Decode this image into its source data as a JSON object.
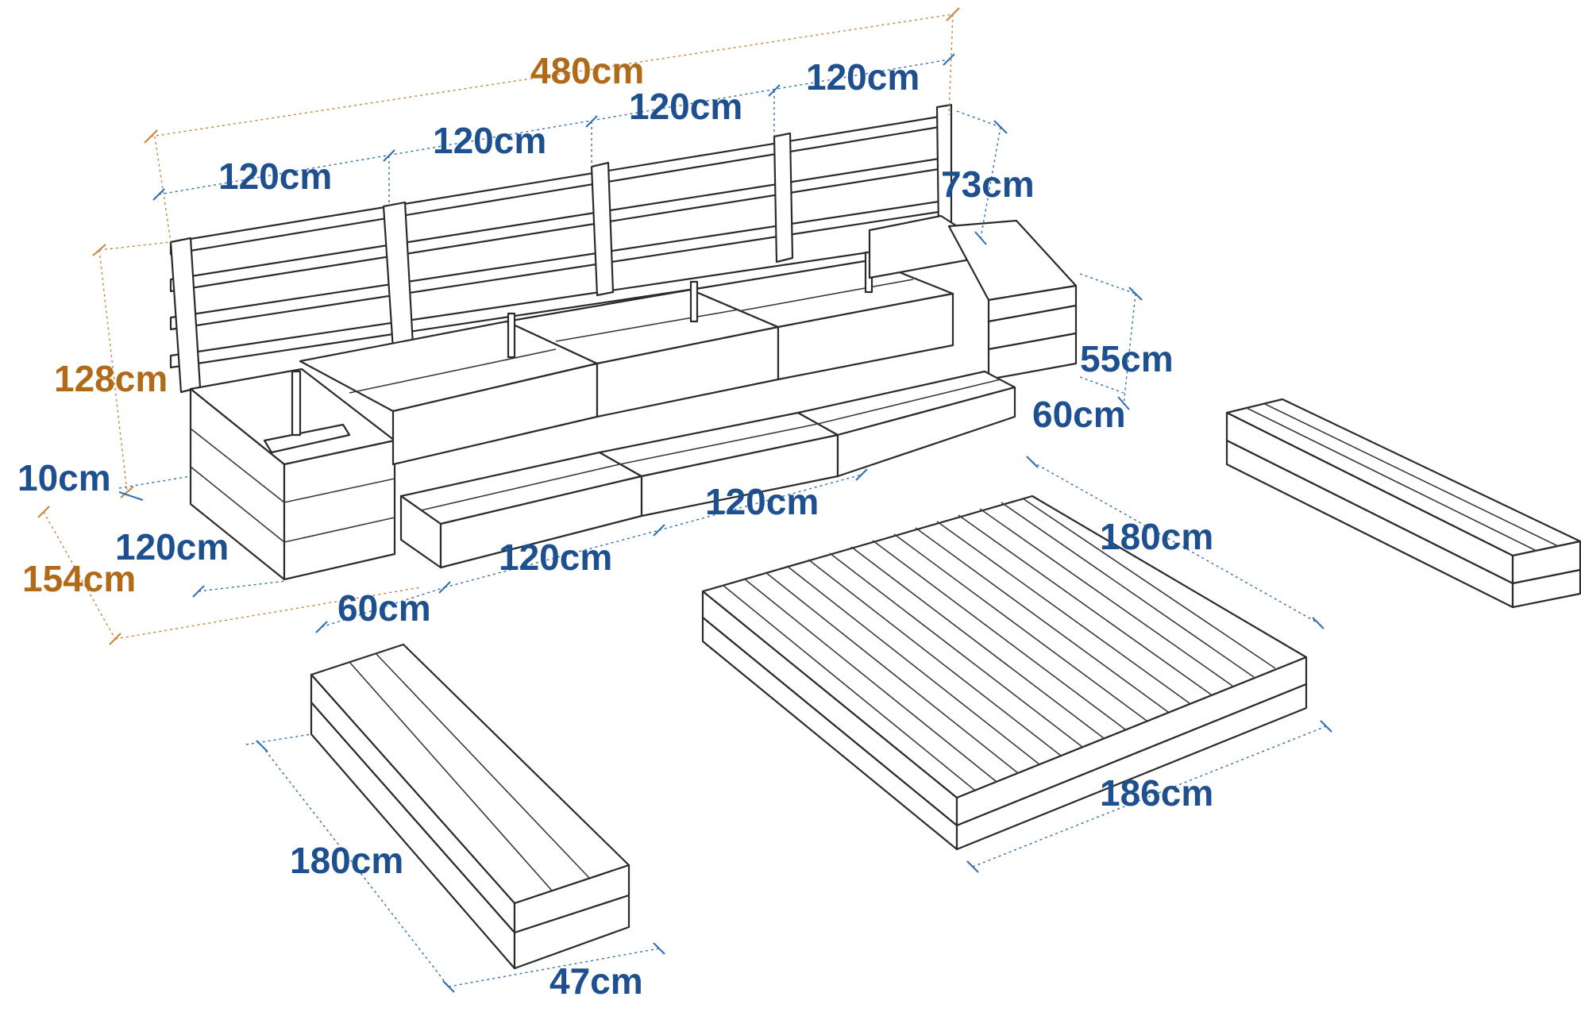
{
  "colors": {
    "dimension_blue": "#1e4f8f",
    "dimension_orange": "#b06a18",
    "line": "#2b2b2b"
  },
  "labels": {
    "total_length": "480cm",
    "back_section_1": "120cm",
    "back_section_2": "120cm",
    "back_section_3": "120cm",
    "back_section_4": "120cm",
    "backrest_height": "73cm",
    "total_height": "128cm",
    "base_gap": "10cm",
    "total_depth": "154cm",
    "left_module_length": "120cm",
    "left_module_depth": "60cm",
    "front_step_length_1": "120cm",
    "front_step_length_2": "120cm",
    "seat_height": "55cm",
    "seat_depth": "60cm",
    "bench_length": "180cm",
    "bench_width": "47cm",
    "platform_depth": "180cm",
    "platform_length": "186cm"
  }
}
